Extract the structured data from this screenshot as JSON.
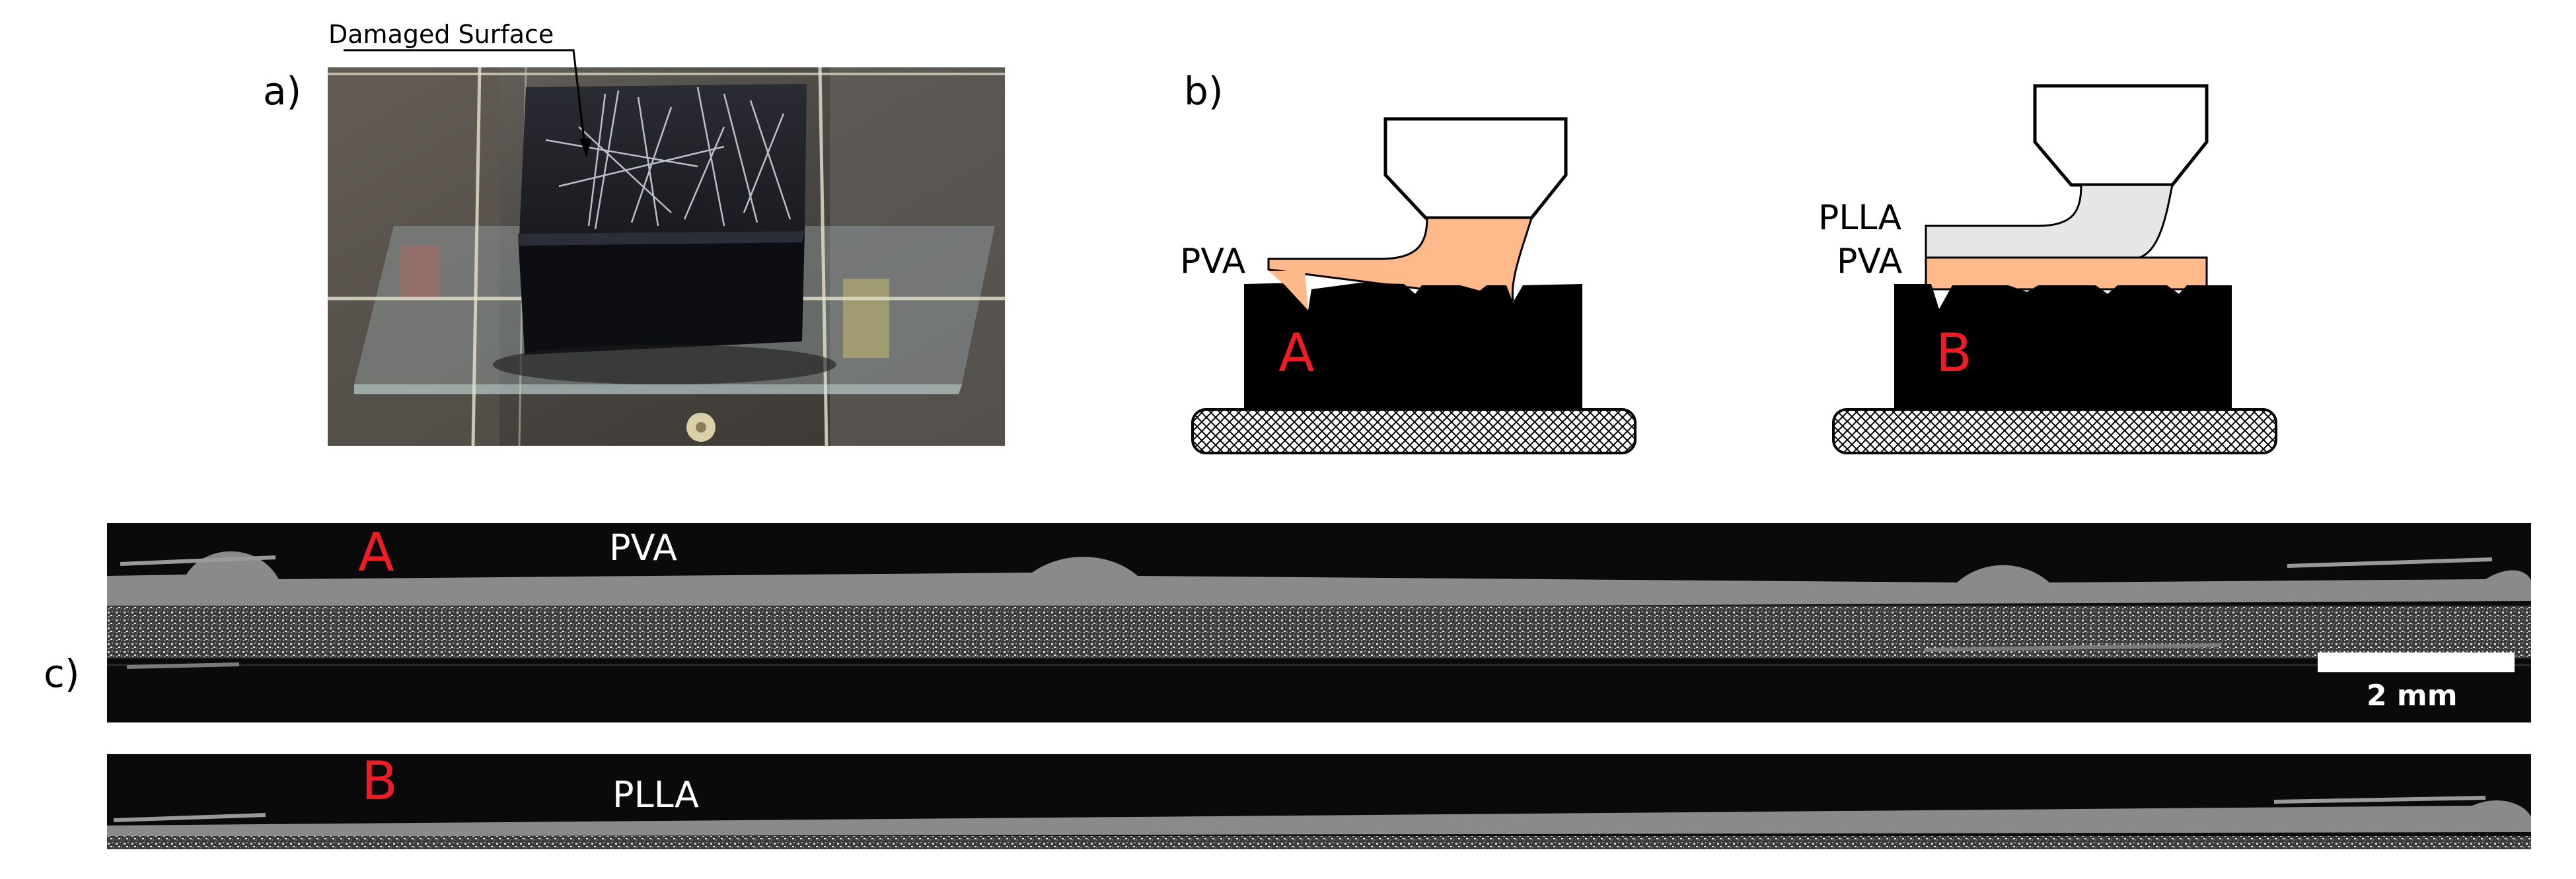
{
  "panels": {
    "a": {
      "label": "a)",
      "annotation": "Damaged Surface"
    },
    "b": {
      "label": "b)",
      "left": {
        "letter": "A",
        "layer1": "PVA"
      },
      "right": {
        "letter": "B",
        "layer1": "PLLA",
        "layer2": "PVA"
      }
    },
    "c": {
      "label": "c)",
      "scan_a": {
        "letter": "A",
        "material": "PVA",
        "scale": "2 mm"
      },
      "scan_b": {
        "letter": "B",
        "material": "PLLA"
      }
    }
  },
  "colors": {
    "pva": "#ffb98a",
    "plla": "#e6e6e6",
    "substrate": "#000000",
    "letter": "#ee1c24"
  },
  "icons": [
    "damaged-surface-arrow",
    "nozzle",
    "crosshatched-base"
  ]
}
